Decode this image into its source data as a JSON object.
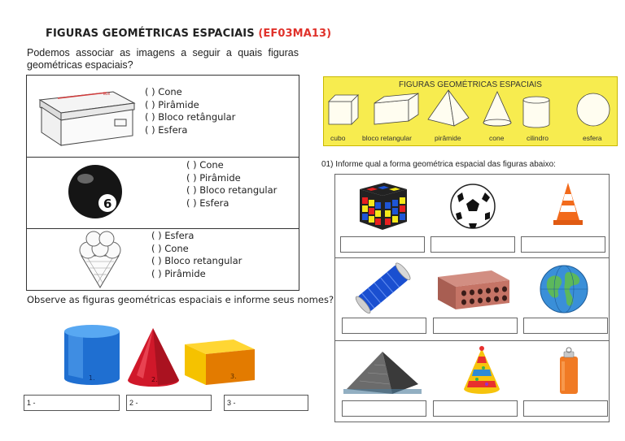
{
  "header": {
    "title": "FIGURAS GEOMÉTRICAS ESPACIAIS",
    "code": "(EF03MA13)"
  },
  "intro": "Podemos associar as imagens a seguir a quais figuras geométricas espaciais?",
  "box_label": "BOX",
  "questions": [
    {
      "object": "shoe-box",
      "options": [
        "(     ) Cone",
        "(     ) Pirâmide",
        "(     ) Bloco retângular",
        "(     ) Esfera"
      ]
    },
    {
      "object": "pool-ball",
      "ball_number": "6",
      "options": [
        "(     ) Cone",
        "(     ) Pirâmide",
        "(     ) Bloco retangular",
        "(     ) Esfera"
      ]
    },
    {
      "object": "ice-cream-cone",
      "options": [
        "(     ) Esfera",
        "(     ) Cone",
        "(     ) Bloco retangular",
        "(     ) Pirâmide"
      ]
    }
  ],
  "observe": "Observe as figuras geométricas espaciais e informe seus nomes?",
  "shape_numbers": [
    "1.",
    "2.",
    "3."
  ],
  "answer_boxes": [
    "1 -",
    "2 -",
    "3 -"
  ],
  "panel": {
    "title": "FIGURAS GEOMÉTRICAS ESPACIAIS",
    "labels": [
      "cubo",
      "bloco retangular",
      "pirâmide",
      "cone",
      "cilindro",
      "esfera"
    ]
  },
  "question_01": "01) Informe qual a forma geométrica espacial das figuras abaixo:",
  "grid_items": [
    "rubiks-cube",
    "soccer-ball",
    "traffic-cone",
    "thread-spool",
    "brick",
    "globe",
    "pyramid",
    "party-hat",
    "battery"
  ],
  "colors": {
    "code_red": "#e0322b",
    "panel_yellow": "#f7ec4f",
    "cylinder_blue": "#1f6fd1",
    "cone_red": "#d0182a",
    "prism_orange": "#f2a300"
  }
}
